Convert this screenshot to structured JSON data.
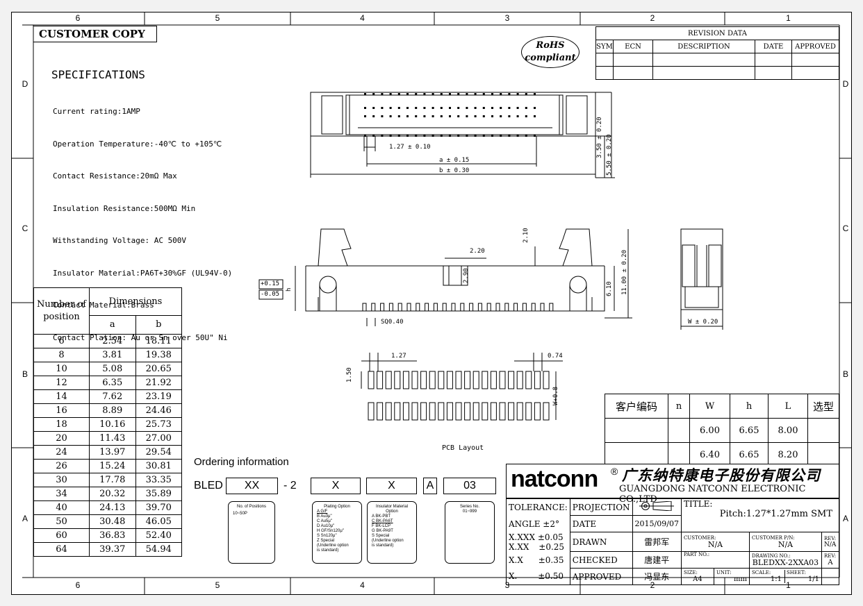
{
  "zones": {
    "columns": [
      "6",
      "5",
      "4",
      "3",
      "2",
      "1"
    ],
    "rows": [
      "D",
      "C",
      "B",
      "A"
    ]
  },
  "customer_copy": "CUSTOMER COPY",
  "rohs": [
    "RoHS",
    "compliant"
  ],
  "specs": {
    "title": "SPECIFICATIONS",
    "lines": [
      "Current rating:1AMP",
      "Operation Temperature:-40℃ to +105℃",
      "Contact Resistance:20mΩ Max",
      "Insulation Resistance:500MΩ Min",
      "Withstanding Voltage: AC 500V",
      "Insulator Material:PA6T+30%GF (UL94V-0)",
      "Contact Material:Brass",
      "Contact Plation: Au or Sn over 50U\" Ni"
    ]
  },
  "revision": {
    "title": "REVISION DATA",
    "headers": [
      "SYM",
      "ECN",
      "DESCRIPTION",
      "DATE",
      "APPROVED"
    ]
  },
  "drawing": {
    "top_pitch": "1.27 ± 0.10",
    "top_a": "a ± 0.15",
    "top_b": "b ± 0.30",
    "top_h1": "3.50 ± 0.20",
    "top_h2": "5.50 ± 0.20",
    "front_210": "2.10",
    "front_220": "2.20",
    "front_290": "2.90",
    "front_tol1": "+0.15",
    "front_tol2": "-0.05",
    "front_h": "h",
    "front_610": "6.10",
    "front_1100": "11.00 ± 0.20",
    "front_sq": "SQ0.40",
    "side_w": "W ± 0.20",
    "pcb_127": "1.27",
    "pcb_074": "0.74",
    "pcb_150": "1.50",
    "pcb_w": "W+0.8",
    "pcb_label": "PCB Layout"
  },
  "dimensions": {
    "h_num": "Number of position",
    "h_dim": "Dimensions",
    "h_a": "a",
    "h_b": "b",
    "rows": [
      [
        "6",
        "2.54",
        "18.11"
      ],
      [
        "8",
        "3.81",
        "19.38"
      ],
      [
        "10",
        "5.08",
        "20.65"
      ],
      [
        "12",
        "6.35",
        "21.92"
      ],
      [
        "14",
        "7.62",
        "23.19"
      ],
      [
        "16",
        "8.89",
        "24.46"
      ],
      [
        "18",
        "10.16",
        "25.73"
      ],
      [
        "20",
        "11.43",
        "27.00"
      ],
      [
        "24",
        "13.97",
        "29.54"
      ],
      [
        "26",
        "15.24",
        "30.81"
      ],
      [
        "30",
        "17.78",
        "33.35"
      ],
      [
        "34",
        "20.32",
        "35.89"
      ],
      [
        "40",
        "24.13",
        "39.70"
      ],
      [
        "50",
        "30.48",
        "46.05"
      ],
      [
        "60",
        "36.83",
        "52.40"
      ],
      [
        "64",
        "39.37",
        "54.94"
      ]
    ]
  },
  "ordering": {
    "title": "Ordering information",
    "prefix": "BLED",
    "b1": "XX",
    "dash": "- 2",
    "b2": "X",
    "b3": "X",
    "b4": "A",
    "b5": "03",
    "o1": [
      "No. of Positions",
      "10~50P"
    ],
    "o2": [
      "Plating Option",
      "A   G/F",
      "B   Au3μ\"",
      "C   Au5μ\"",
      "D   Au10μ\"",
      "H   GF/Sn120μ\"",
      "S   Sn120μ\"",
      "Z   Special",
      "(Underline option",
      "is standard)"
    ],
    "o3": [
      "Insulator Material",
      "Option",
      "A   BK-PBT",
      "C   BK-PA6T",
      "F   BK-LCP",
      "G   BK-PA9T",
      "S   Special",
      "(Underline option",
      "is standard)"
    ],
    "o4": [
      "Series No.",
      "01~999"
    ]
  },
  "options": {
    "headers": [
      "客户编码",
      "n",
      "W",
      "h",
      "L",
      "选型"
    ],
    "rows": [
      [
        "",
        "",
        "6.00",
        "6.65",
        "8.00",
        ""
      ],
      [
        "",
        "",
        "6.40",
        "6.65",
        "8.20",
        ""
      ]
    ]
  },
  "titleblock": {
    "logo": "natconn",
    "reg": "®",
    "cn_name": "广东纳特康电子股份有限公司",
    "en_name": "GUANGDONG NATCONN ELECTRONIC CO.,LTD",
    "tol_title": "TOLERANCE:",
    "angle": "ANGLE ±2°",
    "tols": [
      [
        "X.XXX",
        "±0.05"
      ],
      [
        "X.XX",
        "±0.25"
      ],
      [
        "X.X",
        "±0.35"
      ],
      [
        "X.",
        "±0.50"
      ]
    ],
    "projection": "PROJECTION",
    "date_l": "DATE",
    "date_v": "2015/09/07",
    "drawn_l": "DRAWN",
    "drawn_v": "雷邦军",
    "checked_l": "CHECKED",
    "checked_v": "唐建平",
    "approved_l": "APPROVED",
    "approved_v": "冯显东",
    "title_l": "TITLE:",
    "title_v": "Pitch:1.27*1.27mm SMT",
    "customer_l": "CUSTOMER:",
    "customer_v": "N/A",
    "cpn_l": "CUSTOMER P/N:",
    "cpn_v": "N/A",
    "rev_l": "REV:",
    "rev_v1": "N/A",
    "partno_l": "PART NO.:",
    "dwg_l": "DRAWING NO.:",
    "dwg_v": "BLEDXX-2XXA03",
    "rev_v2": "A",
    "size_l": "SIZE:",
    "size_v": "A4",
    "unit_l": "UNIT:",
    "unit_v": "mm",
    "scale_l": "SCALE:",
    "scale_v": "1:1",
    "sheet_l": "SHEET:",
    "sheet_v": "1/1"
  }
}
